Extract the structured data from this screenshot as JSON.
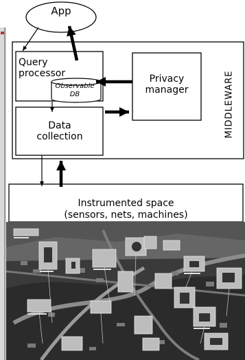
{
  "diagram": {
    "app": {
      "label": "App"
    },
    "query_processor": {
      "label": "Query\nprocessor"
    },
    "observable_db": {
      "label": "Observable\nDB"
    },
    "privacy_manager": {
      "label": "Privacy\nmanager"
    },
    "data_collection": {
      "label": "Data\ncollection"
    },
    "middleware": {
      "label": "MIDDLEWARE"
    },
    "instrumented_space": {
      "label": "Instrumented space\n(sensors, nets, machines)"
    }
  },
  "colors": {
    "line": "#000000",
    "city_dark": "#2a2a2a",
    "city_mid": "#5c5c5c",
    "city_light": "#9a9a9a"
  }
}
